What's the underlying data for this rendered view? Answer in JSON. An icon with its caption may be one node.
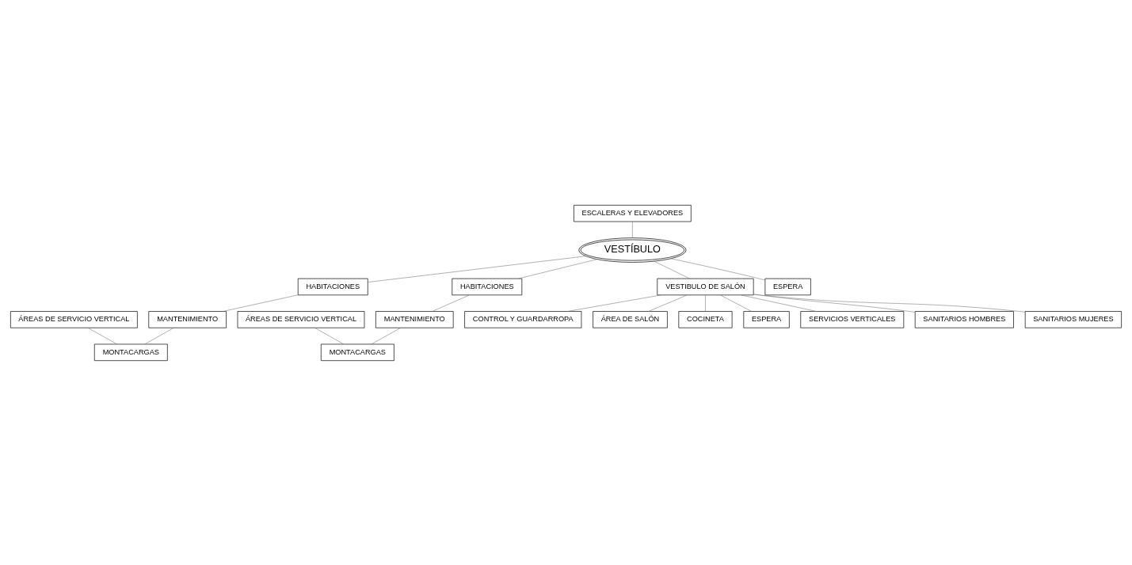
{
  "diagram": {
    "nodes": [
      {
        "text": [
          "ÁREAS DE SERVICIO VERTICAL"
        ]
      },
      {
        "text": [
          "ESCALERAS Y ELEVADORES"
        ]
      },
      {
        "text": [
          "ÁREAS DE SERVICIO VERTICAL"
        ]
      },
      {
        "text": [
          "HABITACIONES"
        ]
      },
      {
        "text": [
          "VESTÍBULO"
        ]
      },
      {
        "text": [
          "HABITACIONES"
        ]
      },
      {
        "text": [
          "MANTENIMIENTO"
        ]
      },
      {
        "text": [
          "MANTENIMIENTO"
        ]
      },
      {
        "text": [
          "MONTACARGAS"
        ]
      },
      {
        "text": [
          "MONTACARGAS"
        ]
      },
      {
        "text": [
          "VESTIBULO DE SALÓN"
        ]
      },
      {
        "text": [
          "ESPERA"
        ]
      },
      {
        "text": [
          "CONTROL Y GUARDARROPA"
        ]
      },
      {
        "text": [
          "ÁREA DE SALÓN"
        ]
      },
      {
        "text": [
          "COCINETA"
        ]
      },
      {
        "text": [
          "ESPERA"
        ]
      },
      {
        "text": [
          "SERVICIOS VERTICALES"
        ]
      },
      {
        "text": [
          "SANITARIOS HOMBRES"
        ]
      },
      {
        "text": [
          "SANITARIOS MUJERES"
        ]
      }
    ],
    "edges": [
      {
        "from": 1,
        "to": 4,
        "arrow": "none"
      },
      {
        "from": 4,
        "to": 3,
        "arrow": "none"
      },
      {
        "from": 4,
        "to": 5,
        "arrow": "none"
      },
      {
        "from": 0,
        "to": 8,
        "arrow": "none"
      },
      {
        "from": 3,
        "to": 6,
        "arrow": "none"
      },
      {
        "from": 6,
        "to": 8,
        "arrow": "none"
      },
      {
        "from": 2,
        "to": 9,
        "arrow": "none"
      },
      {
        "from": 5,
        "to": 7,
        "arrow": "none"
      },
      {
        "from": 7,
        "to": 9,
        "arrow": "none"
      },
      {
        "from": 4,
        "to": 10,
        "arrow": "none"
      },
      {
        "from": 4,
        "to": 11,
        "arrow": "none"
      },
      {
        "from": 10,
        "to": 12,
        "arrow": "none"
      },
      {
        "from": 10,
        "to": 15,
        "arrow": "none"
      },
      {
        "from": 10,
        "to": 13,
        "arrow": "none"
      },
      {
        "from": 10,
        "to": 14,
        "arrow": "none"
      },
      {
        "from": 10,
        "to": 16,
        "arrow": "none"
      },
      {
        "from": 10,
        "to": 17,
        "arrow": "none"
      },
      {
        "from": 10,
        "to": 18,
        "arrow": "none"
      }
    ]
  }
}
